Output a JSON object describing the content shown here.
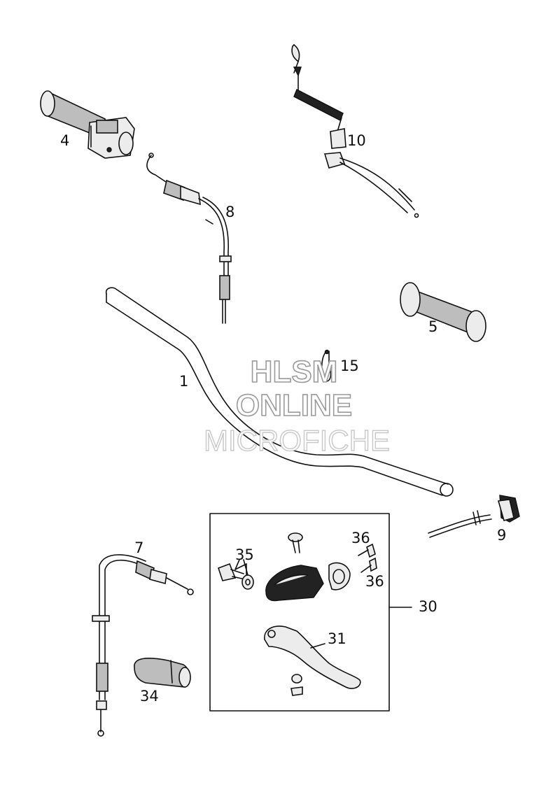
{
  "labels": {
    "p1": "1",
    "p4": "4",
    "p5": "5",
    "p7": "7",
    "p8": "8",
    "p9": "9",
    "p10": "10",
    "p15": "15",
    "p30": "30",
    "p31": "31",
    "p34": "34",
    "p35": "35",
    "p36a": "36",
    "p36b": "36"
  },
  "watermark": {
    "line1": "HLSM",
    "line2": "ONLINE",
    "line3": "MICROFICHE"
  }
}
